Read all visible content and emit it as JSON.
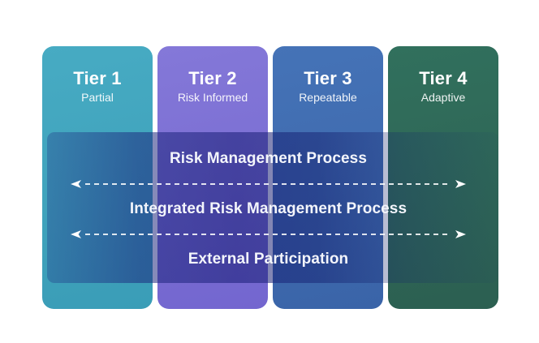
{
  "page": {
    "background": "#ffffff"
  },
  "tiers": [
    {
      "label": "Tier 1",
      "sublabel": "Partial",
      "color_top": "#47abc3",
      "color_bottom": "#3a9db7"
    },
    {
      "label": "Tier 2",
      "sublabel": "Risk Informed",
      "color_top": "#8478d8",
      "color_bottom": "#7366cf"
    },
    {
      "label": "Tier 3",
      "sublabel": "Repeatable",
      "color_top": "#4573b7",
      "color_bottom": "#3a64a8"
    },
    {
      "label": "Tier 4",
      "sublabel": "Adaptive",
      "color_top": "#31705d",
      "color_bottom": "#2c5f51"
    }
  ],
  "band": {
    "labels": [
      "Risk Management Process",
      "Integrated Risk Management Process",
      "External Participation"
    ],
    "text_color": "#f3f5fb",
    "arrow_color": "#ffffff",
    "overlay_gradient": "linear-gradient(90deg, rgba(28,42,128,0.30) 0%, rgba(27,36,124,0.52) 20%, rgba(24,29,118,0.56) 42%, rgba(21,32,112,0.50) 60%, rgba(20,36,106,0.26) 78%, rgba(18,42,100,0.05) 100%)"
  }
}
